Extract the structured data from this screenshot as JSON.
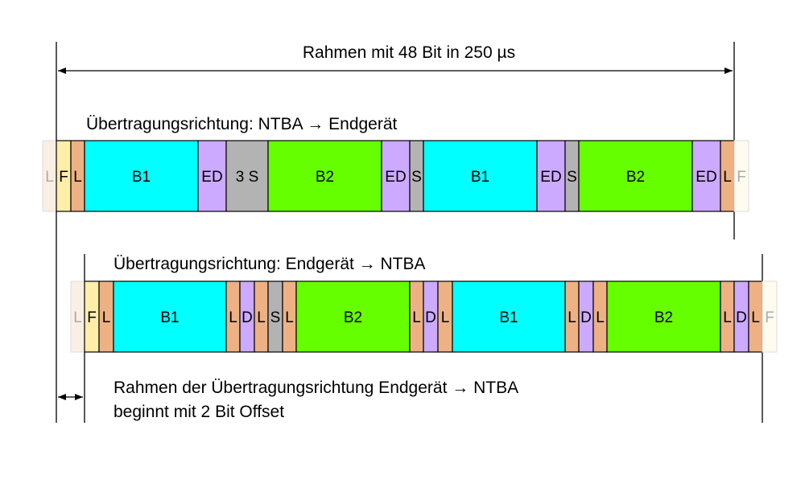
{
  "frame_label": "Rahmen mit 48 Bit in 250 µs",
  "offset_note_line1": "Rahmen der Übertragungsrichtung Endgerät → NTBA",
  "offset_note_line2": "beginnt mit 2 Bit Offset",
  "colors": {
    "B1": "#00ffff",
    "B2": "#66ff00",
    "ED": "#ccaaff",
    "D": "#ccaaff",
    "S": "#b3b3b3",
    "3S": "#b3b3b3",
    "L": "#eeb184",
    "F": "#ffeea8",
    "L_faded": "#fbefe4",
    "F_faded": "#fffbee",
    "line": "#000000",
    "faded_text": "#aaaaaa"
  },
  "rows": [
    {
      "title": "Übertragungsrichtung: NTBA → Endgerät",
      "cells": [
        {
          "label": "L",
          "type": "L_faded"
        },
        {
          "label": "F",
          "type": "F"
        },
        {
          "label": "L",
          "type": "L"
        },
        {
          "label": "B1",
          "type": "B1"
        },
        {
          "label": "ED",
          "type": "ED"
        },
        {
          "label": "3 S",
          "type": "3S"
        },
        {
          "label": "B2",
          "type": "B2"
        },
        {
          "label": "ED",
          "type": "ED"
        },
        {
          "label": "S",
          "type": "S"
        },
        {
          "label": "B1",
          "type": "B1"
        },
        {
          "label": "ED",
          "type": "ED"
        },
        {
          "label": "S",
          "type": "S"
        },
        {
          "label": "B2",
          "type": "B2"
        },
        {
          "label": "ED",
          "type": "ED"
        },
        {
          "label": "L",
          "type": "L"
        },
        {
          "label": "F",
          "type": "F_faded"
        }
      ]
    },
    {
      "title": "Übertragungsrichtung: Endgerät → NTBA",
      "cells": [
        {
          "label": "L",
          "type": "L_faded"
        },
        {
          "label": "F",
          "type": "F"
        },
        {
          "label": "L",
          "type": "L"
        },
        {
          "label": "B1",
          "type": "B1"
        },
        {
          "label": "L",
          "type": "L"
        },
        {
          "label": "D",
          "type": "D"
        },
        {
          "label": "L",
          "type": "L"
        },
        {
          "label": "S",
          "type": "S"
        },
        {
          "label": "L",
          "type": "L"
        },
        {
          "label": "B2",
          "type": "B2"
        },
        {
          "label": "L",
          "type": "L"
        },
        {
          "label": "D",
          "type": "D"
        },
        {
          "label": "L",
          "type": "L"
        },
        {
          "label": "B1",
          "type": "B1"
        },
        {
          "label": "L",
          "type": "L"
        },
        {
          "label": "D",
          "type": "D"
        },
        {
          "label": "L",
          "type": "L"
        },
        {
          "label": "B2",
          "type": "B2"
        },
        {
          "label": "L",
          "type": "L"
        },
        {
          "label": "D",
          "type": "D"
        },
        {
          "label": "L",
          "type": "L"
        },
        {
          "label": "F",
          "type": "F_faded"
        }
      ]
    }
  ]
}
